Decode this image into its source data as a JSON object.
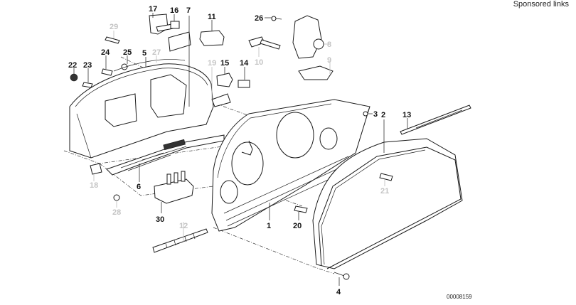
{
  "header": {
    "sponsored_links": "Sponsored links"
  },
  "diagram": {
    "drawing_number": "00008159",
    "callouts": [
      {
        "id": "1",
        "label": "1",
        "style": "dark"
      },
      {
        "id": "2",
        "label": "2",
        "style": "dark"
      },
      {
        "id": "3",
        "label": "3",
        "style": "dark"
      },
      {
        "id": "4",
        "label": "4",
        "style": "dark"
      },
      {
        "id": "5",
        "label": "5",
        "style": "dark"
      },
      {
        "id": "6",
        "label": "6",
        "style": "dark"
      },
      {
        "id": "7",
        "label": "7",
        "style": "dark"
      },
      {
        "id": "8",
        "label": "8",
        "style": "grey"
      },
      {
        "id": "9",
        "label": "9",
        "style": "grey"
      },
      {
        "id": "10",
        "label": "10",
        "style": "grey"
      },
      {
        "id": "11",
        "label": "11",
        "style": "dark"
      },
      {
        "id": "12",
        "label": "12",
        "style": "grey"
      },
      {
        "id": "13",
        "label": "13",
        "style": "dark"
      },
      {
        "id": "14",
        "label": "14",
        "style": "dark"
      },
      {
        "id": "15",
        "label": "15",
        "style": "dark"
      },
      {
        "id": "16",
        "label": "16",
        "style": "dark"
      },
      {
        "id": "17",
        "label": "17",
        "style": "dark"
      },
      {
        "id": "18",
        "label": "18",
        "style": "grey"
      },
      {
        "id": "19",
        "label": "19",
        "style": "grey"
      },
      {
        "id": "20",
        "label": "20",
        "style": "dark"
      },
      {
        "id": "21",
        "label": "21",
        "style": "grey"
      },
      {
        "id": "22",
        "label": "22",
        "style": "dark"
      },
      {
        "id": "23",
        "label": "23",
        "style": "dark"
      },
      {
        "id": "24",
        "label": "24",
        "style": "dark"
      },
      {
        "id": "25",
        "label": "25",
        "style": "dark"
      },
      {
        "id": "26",
        "label": "26",
        "style": "dark"
      },
      {
        "id": "27",
        "label": "27",
        "style": "grey"
      },
      {
        "id": "28",
        "label": "28",
        "style": "grey"
      },
      {
        "id": "29",
        "label": "29",
        "style": "grey"
      },
      {
        "id": "30",
        "label": "30",
        "style": "dark"
      }
    ]
  }
}
